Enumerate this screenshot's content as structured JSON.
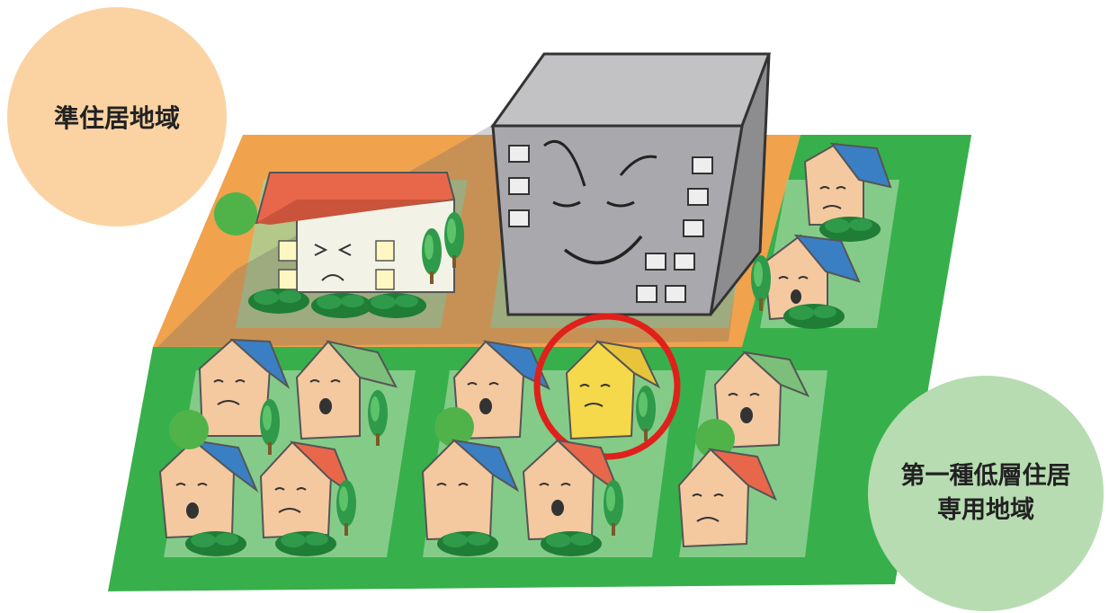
{
  "zones": {
    "semi_residential": {
      "label": "準住居地域",
      "color": "#f0a24d",
      "circle_color": "#fbd3a3"
    },
    "low_rise_residential": {
      "label_line1": "第一種低層住居",
      "label_line2": "専用地域",
      "color": "#37b04b",
      "circle_color": "#b7dcb1"
    }
  },
  "highlight": {
    "color": "#e0201b"
  }
}
